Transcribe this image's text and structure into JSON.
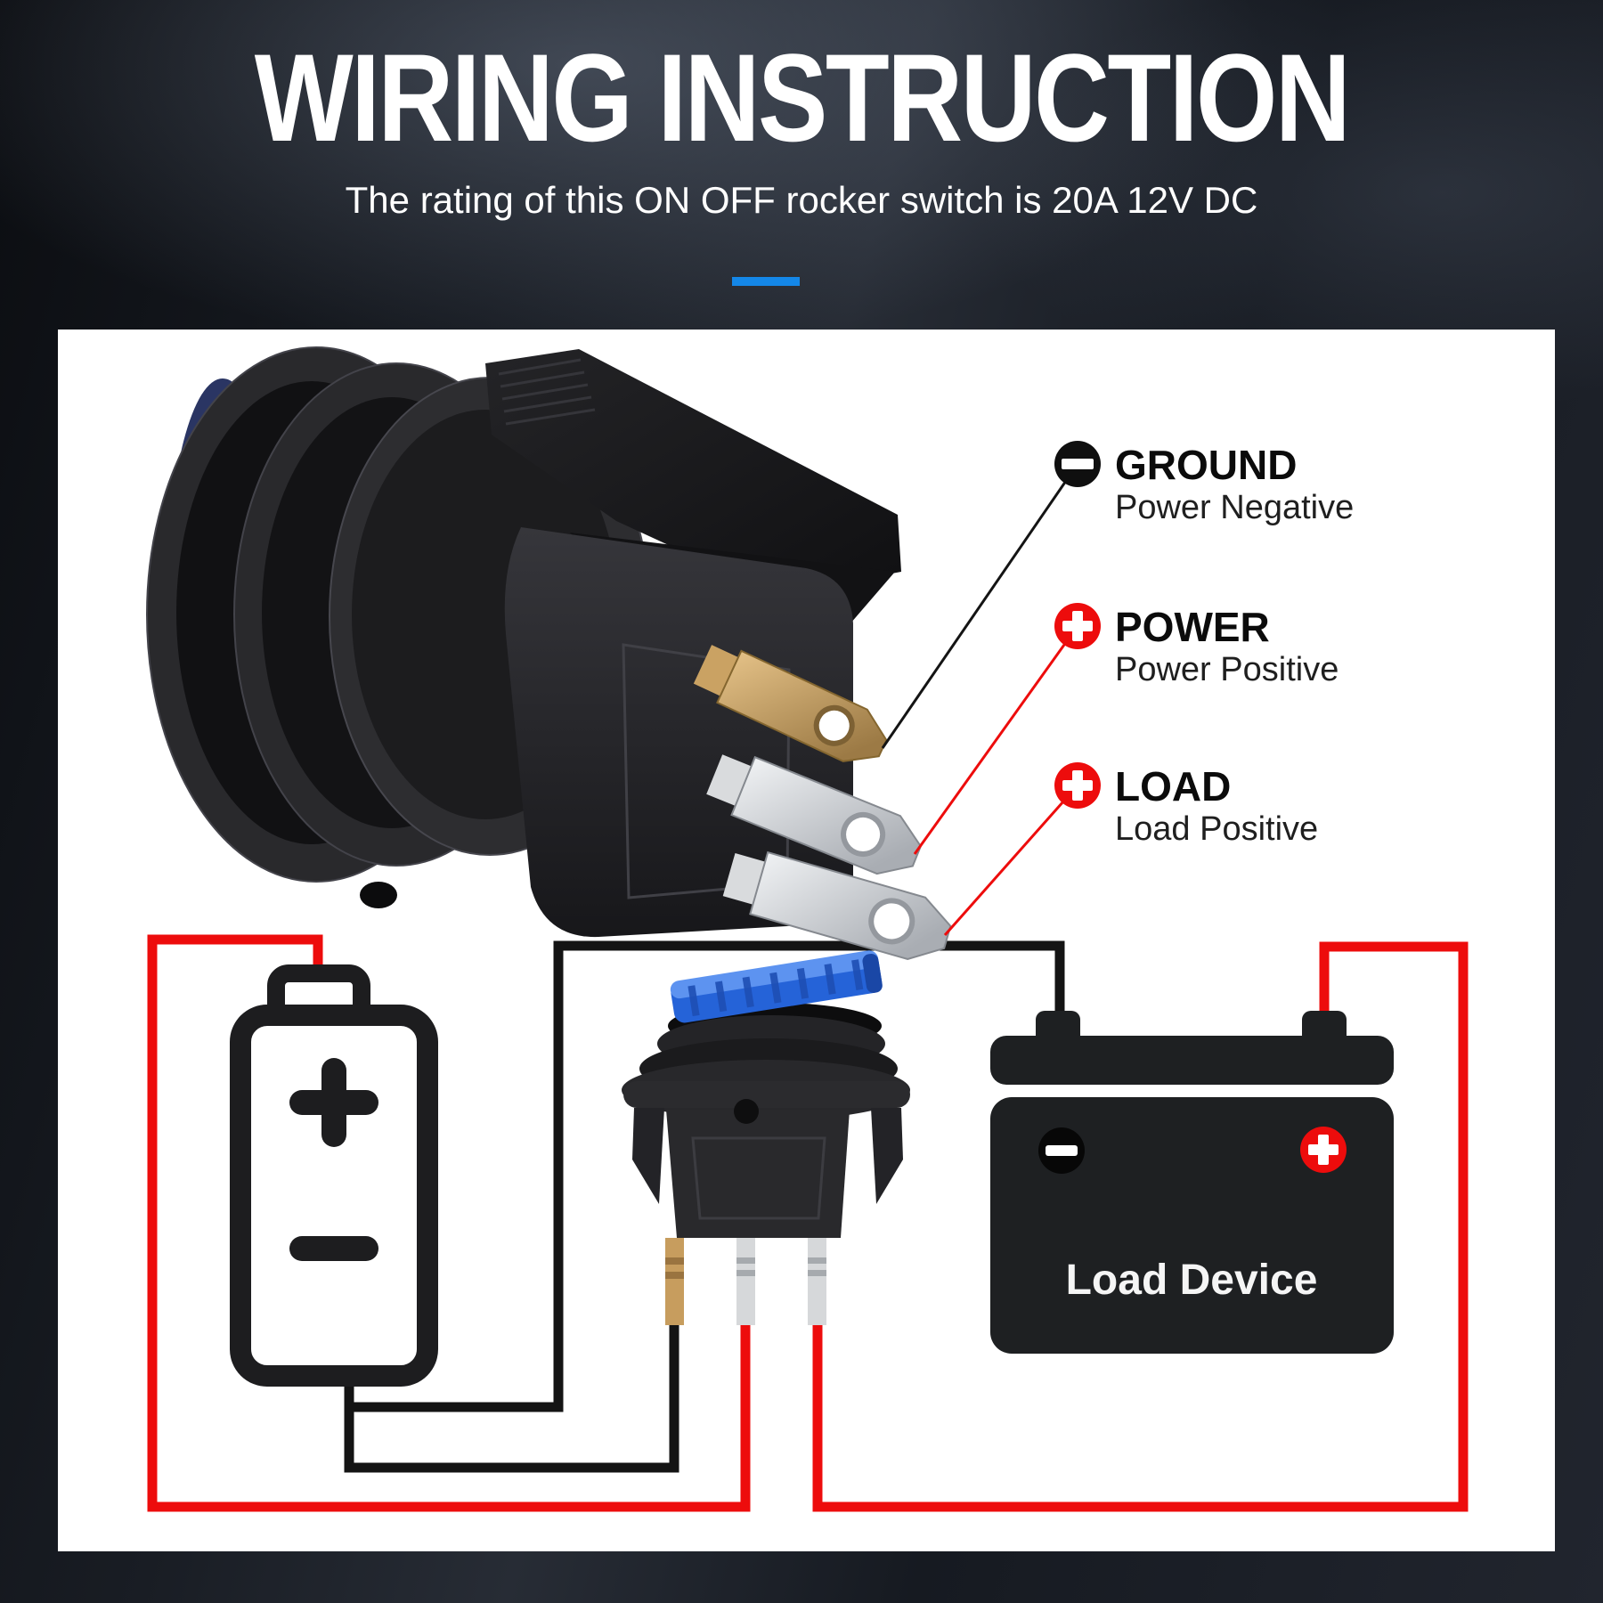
{
  "header": {
    "title": "WIRING INSTRUCTION",
    "subtitle": "The rating of this ON OFF rocker switch is 20A 12V DC",
    "accent_color": "#1487e8"
  },
  "callouts": [
    {
      "id": "ground",
      "label": "GROUND",
      "sublabel": "Power Negative",
      "polarity": "minus",
      "badge_color": "#0f0f0f",
      "wire_color": "#141414"
    },
    {
      "id": "power",
      "label": "POWER",
      "sublabel": "Power Positive",
      "polarity": "plus",
      "badge_color": "#ed0c0c",
      "wire_color": "#ed0c0c"
    },
    {
      "id": "load",
      "label": "LOAD",
      "sublabel": "Load Positive",
      "polarity": "plus",
      "badge_color": "#ed0c0c",
      "wire_color": "#ed0c0c"
    }
  ],
  "diagram": {
    "load_device_label": "Load Device",
    "positive_wire_color": "#ed0c0c",
    "negative_wire_color": "#141414",
    "switch_led_color": "#2e6ee6",
    "ground_terminal_finish": "brass",
    "power_terminal_finish": "silver",
    "load_terminal_finish": "silver"
  },
  "colors": {
    "background_dark": "#161a21",
    "panel_white": "#ffffff",
    "accent_blue": "#1487e8",
    "alert_red": "#ed0c0c",
    "brass": "#c9a164",
    "silver": "#d7d9db"
  }
}
